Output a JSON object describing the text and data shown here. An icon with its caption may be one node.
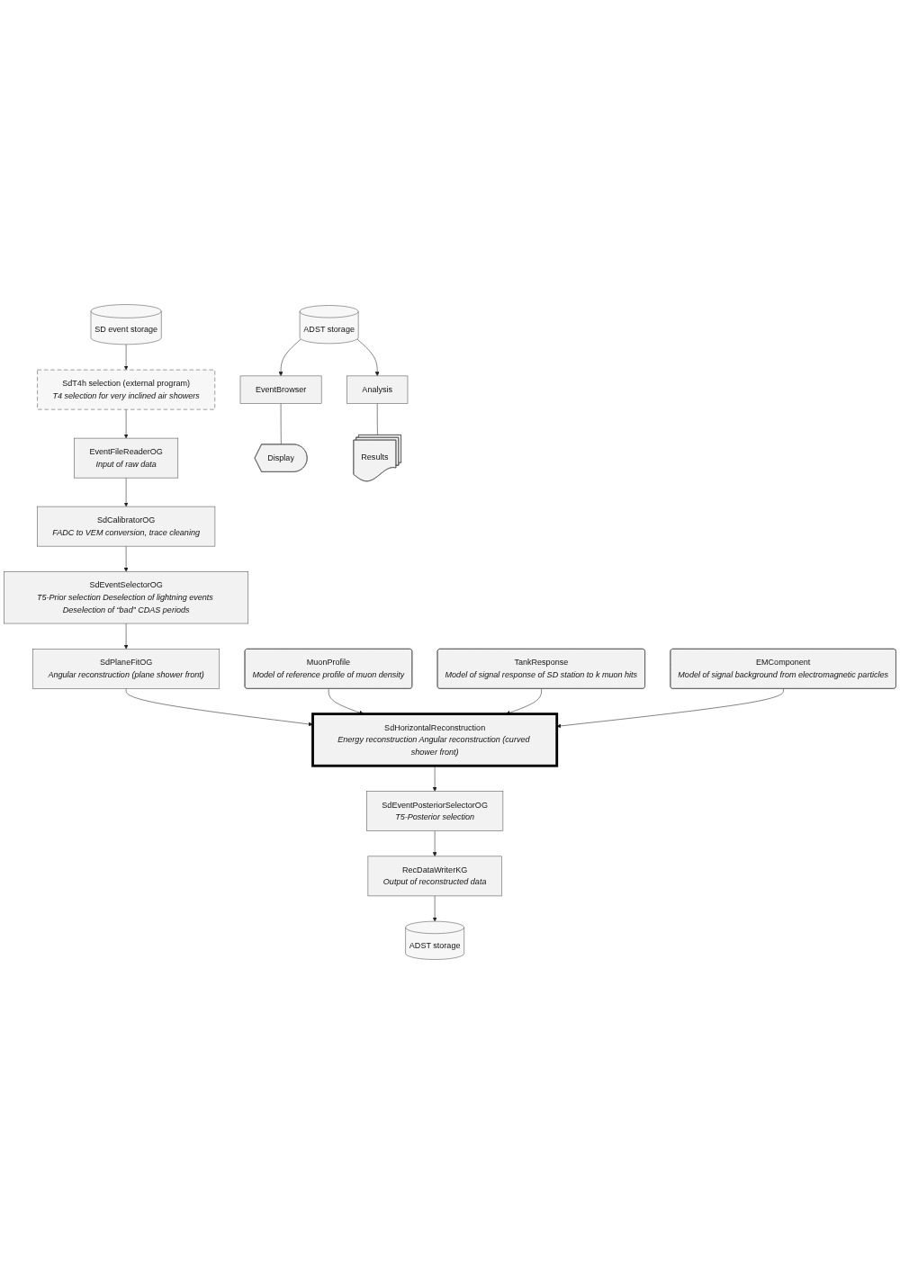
{
  "diagram": {
    "nodes": [
      {
        "text": [
          "EventFileReaderOG",
          "Input of raw data"
        ]
      },
      {
        "text": [
          "SD event storage"
        ]
      },
      {
        "text": [
          "SdCalibratorOG",
          "FADC to VEM conversion, trace cleaning"
        ]
      },
      {
        "text": [
          "SdT4h selection (external program)",
          "T4 selection for very inclined air showers"
        ]
      },
      {
        "text": [
          "SdEventSelectorOG",
          "T5-Prior selection Deselection of lightning events Deselection of “bad” CDAS periods"
        ]
      },
      {
        "text": [
          "SdPlaneFitOG",
          "Angular reconstruction (plane shower front)"
        ]
      },
      {
        "text": [
          "MuonProfile",
          "Model of reference profile of muon density"
        ]
      },
      {
        "text": [
          "SdHorizontalReconstruction",
          "Energy reconstruction Angular reconstruction (curved shower front)"
        ]
      },
      {
        "text": [
          "TankResponse",
          "Model of signal response of SD station to k muon hits"
        ]
      },
      {
        "text": [
          "EMComponent",
          "Model of signal background from electromagnetic particles"
        ]
      },
      {
        "text": [
          "SdEventPosteriorSelectorOG",
          "T5-Posterior selection"
        ]
      },
      {
        "text": [
          "RecDataWriterKG",
          "Output of reconstructed data"
        ]
      },
      {
        "text": [
          "ADST storage"
        ]
      },
      {
        "text": [
          "ADST storage"
        ]
      },
      {
        "text": [
          "EventBrowser"
        ]
      },
      {
        "text": [
          "Display"
        ]
      },
      {
        "text": [
          "Analysis"
        ]
      },
      {
        "text": [
          "Results"
        ]
      }
    ],
    "edges": [
      {
        "from": 0,
        "to": 2,
        "arrow": "to"
      },
      {
        "from": 1,
        "to": 3,
        "arrow": "to"
      },
      {
        "from": 3,
        "to": 0,
        "arrow": "to"
      },
      {
        "from": 2,
        "to": 4,
        "arrow": "to"
      },
      {
        "from": 4,
        "to": 5,
        "arrow": "to"
      },
      {
        "from": 5,
        "to": 7,
        "arrow": "to"
      },
      {
        "from": 6,
        "to": 7,
        "arrow": "to"
      },
      {
        "from": 8,
        "to": 7,
        "arrow": "to"
      },
      {
        "from": 9,
        "to": 7,
        "arrow": "to"
      },
      {
        "from": 7,
        "to": 10,
        "arrow": "to"
      },
      {
        "from": 10,
        "to": 11,
        "arrow": "to"
      },
      {
        "from": 11,
        "to": 12,
        "arrow": "to"
      },
      {
        "from": 13,
        "to": 14,
        "arrow": "to"
      },
      {
        "from": 13,
        "to": 16,
        "arrow": "to"
      },
      {
        "from": 14,
        "to": 15,
        "arrow": "none"
      },
      {
        "from": 16,
        "to": 17,
        "arrow": "none"
      }
    ]
  }
}
